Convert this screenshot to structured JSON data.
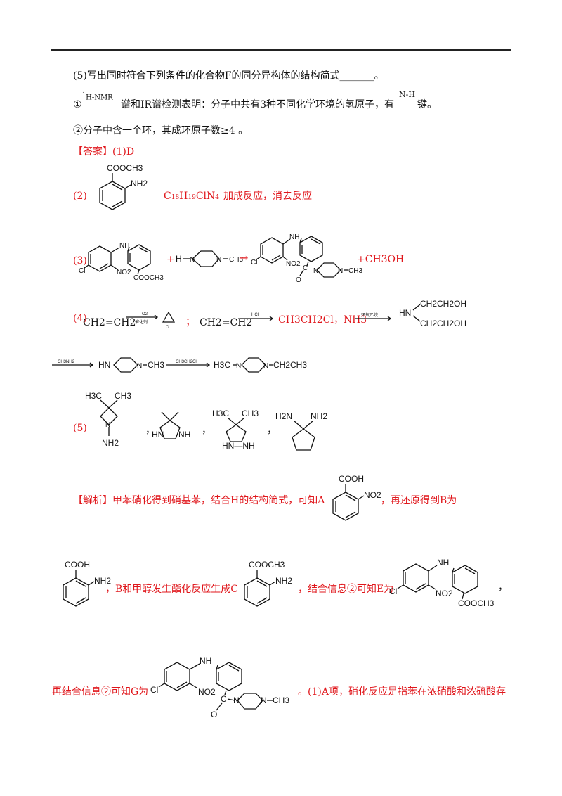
{
  "q5": {
    "prompt": "(5)写出同时符合下列条件的化合物F的同分异构体的结构简式_______。",
    "cond1_num": "①",
    "cond1_nmr_sup": "1",
    "cond1_nmr": "H-NMR",
    "cond1_mid": "谱和IR谱检测表明：分子中共有3种不同化学环境的氢原子，有",
    "cond1_nh": "N-H",
    "cond1_end": "键。",
    "cond2": "②分子中含一个环，其成环原子数≥4 。"
  },
  "answer": {
    "tag": "【答案】",
    "a1": "(1)D",
    "a2_num": "(2)",
    "a2_formula_c": "C",
    "a2_formula_c_sub": "18",
    "a2_formula_h": "H",
    "a2_formula_h_sub": "19",
    "a2_formula_cl": "ClN",
    "a2_formula_n_sub": "4",
    "a2_reactions": "加成反应，消去反应",
    "a3_num": "(3)",
    "a3_plus": "+",
    "a3_arrow": "→",
    "a3_byproduct": "+CH3OH",
    "a4_num": "(4)",
    "a4_ethylene": "CH2=CH2",
    "a4_o2": "O2",
    "a4_cat": "催化剂",
    "a4_semi": "；",
    "a4_ethylene2": "CH2=CH2",
    "a4_hcl": "HCl",
    "a4_products": "CH3CH2Cl，NH3",
    "a4_ringopen": "环氧乙烷",
    "a4_ch3nh2": "CH3NH2",
    "a4_ch3ch2cl": "CH3CH2Cl",
    "a5_num": "(5)",
    "a5_sep1": "，",
    "a5_sep2": "，",
    "a5_sep3": "，"
  },
  "analysis": {
    "tag": "【解析】",
    "p1_a": "甲苯硝化得到硝基苯，结合H的结构简式，可知A",
    "p1_b": "，再还原得到B为",
    "p2_a": "，B和甲醇发生酯化反应生成C",
    "p2_b": "，结合信息②可知E为",
    "p2_c": "，",
    "p3_a": "再结合信息②可知G为",
    "p3_b": "。(1)A项，硝化反应是指苯在浓硝酸和浓硫酸存"
  },
  "chem": {
    "cooch3": "COOCH3",
    "cooh": "COOH",
    "nh2": "NH2",
    "no2": "NO2",
    "nh": "NH",
    "cl": "Cl",
    "ch3": "CH3",
    "h": "H",
    "n": "N",
    "o": "O",
    "c": "C",
    "hn": "HN",
    "h3c": "H3C",
    "ch2ch2oh": "CH2CH2OH",
    "ch2ch3": "CH2CH3",
    "hn_nh": "HN—NH",
    "h2n": "H2N"
  }
}
